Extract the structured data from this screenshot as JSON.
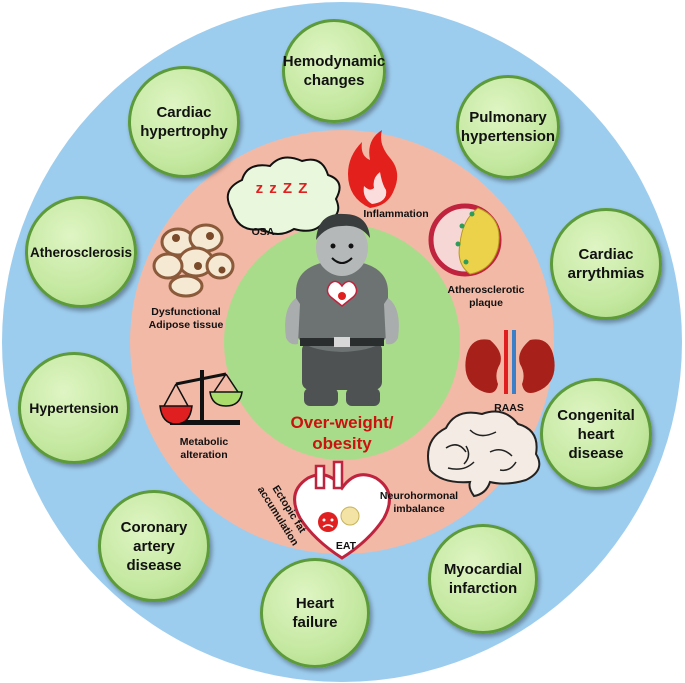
{
  "center": {
    "title": "Over-weight/\nobesity"
  },
  "outer_conditions": [
    {
      "id": "hemodynamic",
      "label": "Hemodynamic\nchanges"
    },
    {
      "id": "pulmonary",
      "label": "Pulmonary\nhypertension"
    },
    {
      "id": "arrhythmias",
      "label": "Cardiac\narrythmias"
    },
    {
      "id": "congenital",
      "label": "Congenital\nheart\ndisease"
    },
    {
      "id": "myocardial",
      "label": "Myocardial\ninfarction"
    },
    {
      "id": "heart-failure",
      "label": "Heart\nfailure"
    },
    {
      "id": "coronary",
      "label": "Coronary\nartery\ndisease"
    },
    {
      "id": "hypertension",
      "label": "Hypertension"
    },
    {
      "id": "atherosclerosis",
      "label": "Atherosclerosis"
    },
    {
      "id": "hypertrophy",
      "label": "Cardiac\nhypertrophy"
    }
  ],
  "mechanisms": {
    "osa": "OSA",
    "sleep_text": "z z Z Z",
    "inflammation": "Inflammation",
    "plaque": "Atherosclerotic\nplaque",
    "raas": "RAAS",
    "neuro": "Neurohormonal\nimbalance",
    "eat": "EAT",
    "ectopic": "Ectopic fat\naccumulation",
    "metabolic": "Metabolic\nalteration",
    "adipose": "Dysfunctional\nAdipose tissue"
  },
  "colors": {
    "outer_ring": "#9dcdee",
    "middle_ring": "#f2b9a6",
    "inner_circle": "#a9dc8a",
    "bubble_border": "#5c9a3a",
    "title": "#cc1111"
  }
}
